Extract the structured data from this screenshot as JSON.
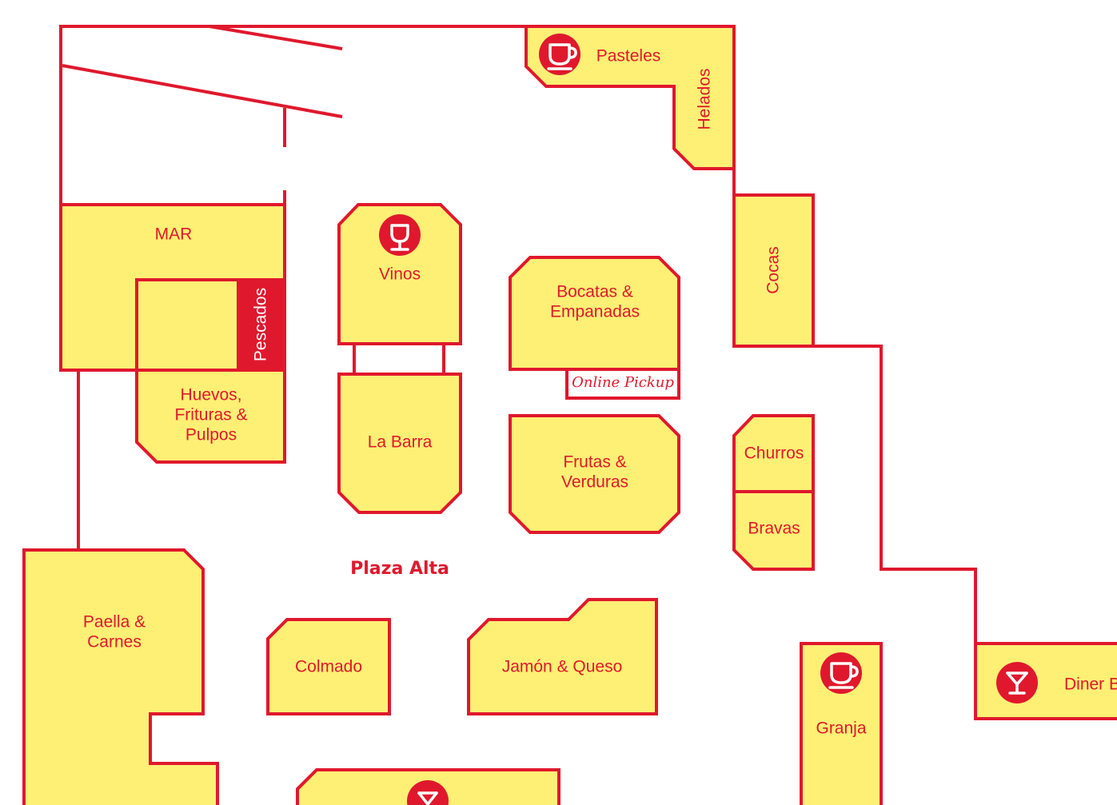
{
  "map": {
    "colors": {
      "accent": "#e0182d",
      "stall_fill": "#fdf075",
      "background": "#ffffff"
    },
    "plaza_label": "Plaza Alta",
    "online_pickup_label": "Online Pickup",
    "stalls": {
      "pasteles": "Pasteles",
      "helados": "Helados",
      "cocas": "Cocas",
      "mar": "MAR",
      "pescados": "Pescados",
      "huevos_1": "Huevos,",
      "huevos_2": "Frituras &",
      "huevos_3": "Pulpos",
      "vinos": "Vinos",
      "la_barra": "La Barra",
      "bocatas_1": "Bocatas &",
      "bocatas_2": "Empanadas",
      "frutas_1": "Frutas &",
      "frutas_2": "Verduras",
      "churros": "Churros",
      "bravas": "Bravas",
      "paella_1": "Paella &",
      "paella_2": "Carnes",
      "colmado": "Colmado",
      "jamon": "Jamón & Queso",
      "granja": "Granja",
      "diner": "Diner B"
    },
    "icons": {
      "pasteles": "coffee-cup-icon",
      "vinos": "wine-glass-icon",
      "granja": "coffee-cup-icon",
      "diner": "cocktail-glass-icon",
      "bottom_bar": "cocktail-glass-icon"
    }
  }
}
